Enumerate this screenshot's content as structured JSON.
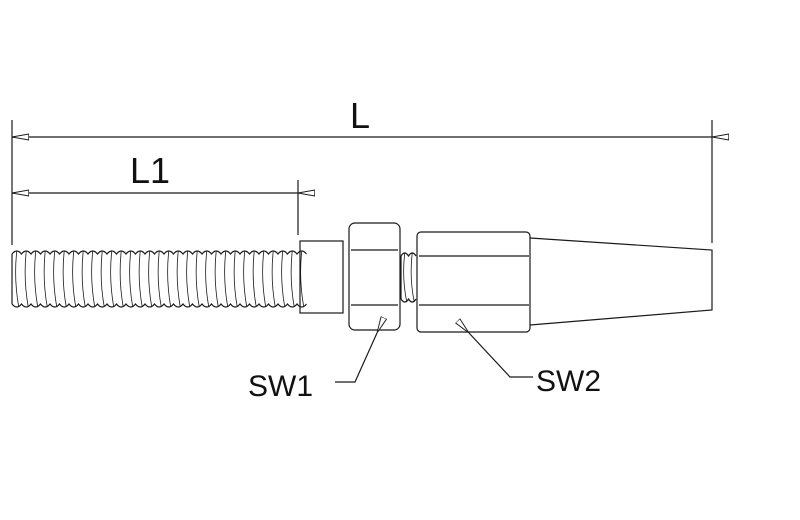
{
  "dimensions": {
    "overall_length_label": "L",
    "thread_length_label": "L1"
  },
  "callouts": {
    "nut_wrench_size_label": "SW1",
    "body_wrench_size_label": "SW2"
  },
  "colors": {
    "line": "#1a1a1a",
    "background": "#ffffff"
  }
}
